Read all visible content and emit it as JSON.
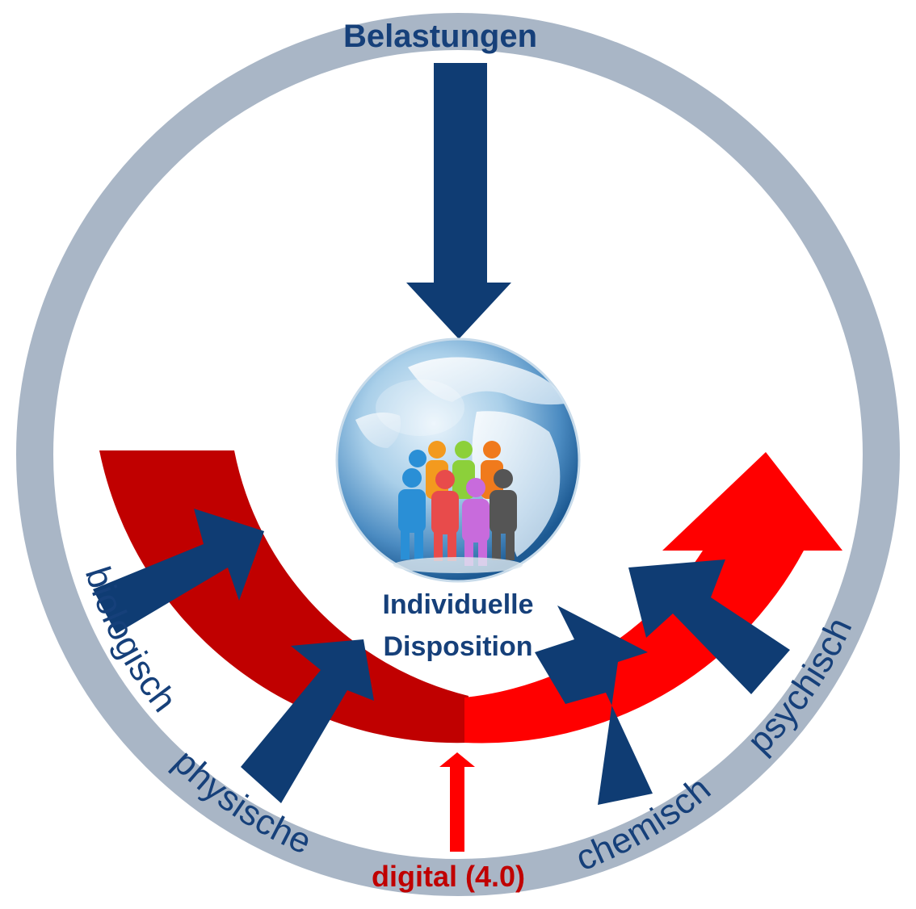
{
  "title": "Belastungen",
  "center": {
    "line1": "Individuelle",
    "line2": "Disposition"
  },
  "factors": {
    "biological": "biologisch",
    "physical": "physische",
    "digital": "digital (4.0)",
    "chemical": "chemisch",
    "psychological": "psychisch"
  },
  "colors": {
    "ring": "#a9b6c6",
    "navy_arrow": "#0f3c73",
    "text_navy": "#16407a",
    "dark_red": "#c00000",
    "bright_red": "#ff0000"
  },
  "people_colors": [
    "#2a8fd6",
    "#f39a1e",
    "#8cd03a",
    "#f07a1c",
    "#e84b4b",
    "#c86bdc",
    "#555555"
  ],
  "icons": [
    "globe-icon",
    "people-group-icon"
  ]
}
